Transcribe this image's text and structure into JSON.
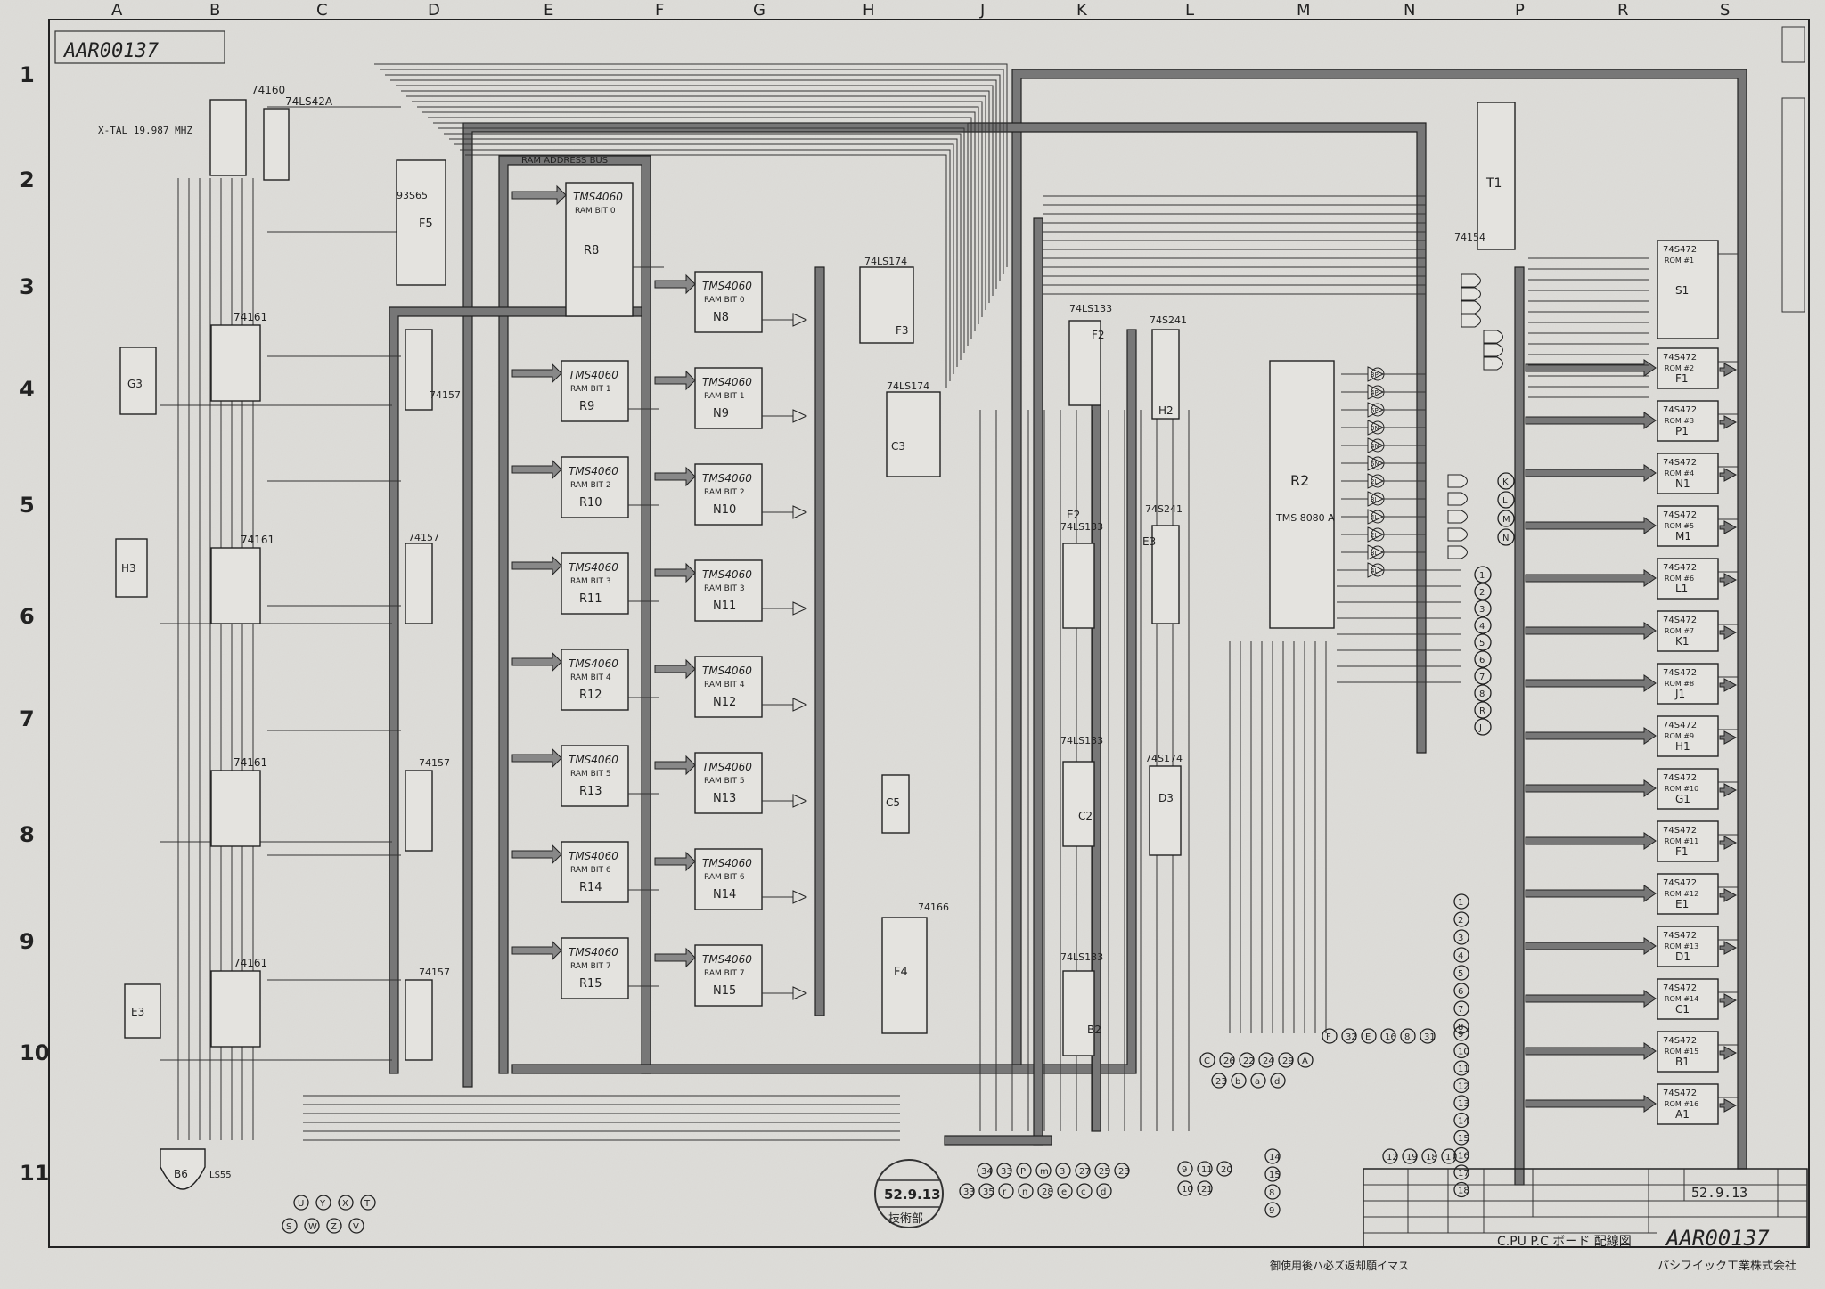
{
  "sheet": {
    "doc_number": "AAR00137",
    "doc_number_bottom": "AAR00137",
    "title_block_title": "C.PU P.C ボード 配線図",
    "company": "パシフイック工業株式会社",
    "notice": "御使用後ハ必ズ返却願イマス",
    "date": "52.9.13",
    "stamp_date": "52.9.13",
    "stamp_text": "技術部"
  },
  "columns": [
    "A",
    "B",
    "C",
    "D",
    "E",
    "F",
    "G",
    "H",
    "J",
    "K",
    "L",
    "M",
    "N",
    "P",
    "R",
    "S"
  ],
  "rows": [
    "1",
    "2",
    "3",
    "4",
    "5",
    "6",
    "7",
    "8",
    "9",
    "10",
    "11"
  ],
  "left_logic": [
    {
      "id": "p1",
      "ref": "74160",
      "label": "74160"
    },
    {
      "id": "p2",
      "ref": "74LS42A",
      "label": "74LS42A"
    },
    {
      "id": "p3",
      "ref": "93365",
      "label": "93S65"
    },
    {
      "id": "p4",
      "ref": "F5",
      "label": "F5"
    },
    {
      "id": "p5",
      "ref": "74161-a",
      "label": "74161"
    },
    {
      "id": "p6",
      "ref": "74161-b",
      "label": "74161"
    },
    {
      "id": "p7",
      "ref": "74161-c",
      "label": "74161"
    },
    {
      "id": "p8",
      "ref": "74161-d",
      "label": "74161"
    },
    {
      "id": "p9",
      "ref": "G3",
      "label": "G3"
    },
    {
      "id": "p10",
      "ref": "H3",
      "label": "H3"
    },
    {
      "id": "p11",
      "ref": "E3",
      "label": "E3"
    },
    {
      "id": "p12",
      "ref": "74157-a",
      "label": "74157"
    },
    {
      "id": "p13",
      "ref": "74157-b",
      "label": "74157"
    },
    {
      "id": "p14",
      "ref": "74157-c",
      "label": "74157"
    },
    {
      "id": "p15",
      "ref": "74157-d",
      "label": "74157"
    }
  ],
  "ram_left": [
    {
      "ref": "R8",
      "part": "TMS4060",
      "bit": "RAM BIT 0"
    },
    {
      "ref": "R9",
      "part": "TMS4060",
      "bit": "RAM BIT 1"
    },
    {
      "ref": "R10",
      "part": "TMS4060",
      "bit": "RAM BIT 2"
    },
    {
      "ref": "R11",
      "part": "TMS4060",
      "bit": "RAM BIT 3"
    },
    {
      "ref": "R12",
      "part": "TMS4060",
      "bit": "RAM BIT 4"
    },
    {
      "ref": "R13",
      "part": "TMS4060",
      "bit": "RAM BIT 5"
    },
    {
      "ref": "R14",
      "part": "TMS4060",
      "bit": "RAM BIT 6"
    },
    {
      "ref": "R15",
      "part": "TMS4060",
      "bit": "RAM BIT 7"
    }
  ],
  "ram_right": [
    {
      "ref": "N8",
      "part": "TMS4060",
      "bit": "RAM BIT 0"
    },
    {
      "ref": "N9",
      "part": "TMS4060",
      "bit": "RAM BIT 1"
    },
    {
      "ref": "N10",
      "part": "TMS4060",
      "bit": "RAM BIT 2"
    },
    {
      "ref": "N11",
      "part": "TMS4060",
      "bit": "RAM BIT 3"
    },
    {
      "ref": "N12",
      "part": "TMS4060",
      "bit": "RAM BIT 4"
    },
    {
      "ref": "N13",
      "part": "TMS4060",
      "bit": "RAM BIT 5"
    },
    {
      "ref": "N14",
      "part": "TMS4060",
      "bit": "RAM BIT 6"
    },
    {
      "ref": "N15",
      "part": "TMS4060",
      "bit": "RAM BIT 7"
    }
  ],
  "ram_address_bus": "RAM ADDRESS BUS",
  "mid_logic": [
    {
      "ref": "F3",
      "part": "74LS174"
    },
    {
      "ref": "C3",
      "part": "74LS174"
    },
    {
      "ref": "C5",
      "part": ""
    },
    {
      "ref": "F4",
      "part": "74166"
    }
  ],
  "right_logic": [
    {
      "ref": "F2",
      "part": "74LS133"
    },
    {
      "ref": "E2",
      "part": "74LS133"
    },
    {
      "ref": "C2",
      "part": "74LS133"
    },
    {
      "ref": "B2",
      "part": "74LS133"
    },
    {
      "ref": "H2",
      "part": "74S241"
    },
    {
      "ref": "E3",
      "part": "74S241"
    },
    {
      "ref": "D3",
      "part": "74S174"
    }
  ],
  "cpu": {
    "ref": "R2",
    "part": "TMS 8080 A"
  },
  "cpu_outputs": [
    "3P",
    "4P",
    "5P",
    "3N",
    "4N",
    "5N",
    "2L",
    "3L",
    "4L",
    "2L",
    "3L",
    "4L"
  ],
  "mux": {
    "ref": "T1",
    "part": "74154"
  },
  "roms": [
    {
      "ref": "S1",
      "part": "74S472",
      "name": "ROM #1"
    },
    {
      "ref": "F1",
      "part": "74S472",
      "name": "ROM #2"
    },
    {
      "ref": "P1",
      "part": "74S472",
      "name": "ROM #3"
    },
    {
      "ref": "N1",
      "part": "74S472",
      "name": "ROM #4"
    },
    {
      "ref": "M1",
      "part": "74S472",
      "name": "ROM #5"
    },
    {
      "ref": "L1",
      "part": "74S472",
      "name": "ROM #6"
    },
    {
      "ref": "K1",
      "part": "74S472",
      "name": "ROM #7"
    },
    {
      "ref": "J1",
      "part": "74S472",
      "name": "ROM #8"
    },
    {
      "ref": "H1",
      "part": "74S472",
      "name": "ROM #9"
    },
    {
      "ref": "G1",
      "part": "74S472",
      "name": "ROM #10"
    },
    {
      "ref": "F1",
      "part": "74S472",
      "name": "ROM #11"
    },
    {
      "ref": "E1",
      "part": "74S472",
      "name": "ROM #12"
    },
    {
      "ref": "D1",
      "part": "74S472",
      "name": "ROM #13"
    },
    {
      "ref": "C1",
      "part": "74S472",
      "name": "ROM #14"
    },
    {
      "ref": "B1",
      "part": "74S472",
      "name": "ROM #15"
    },
    {
      "ref": "A1",
      "part": "74S472",
      "name": "ROM #16"
    }
  ],
  "letter_terminals": [
    "K",
    "L",
    "M",
    "N"
  ],
  "number_terminals": [
    "1",
    "2",
    "3",
    "4",
    "5",
    "6",
    "7",
    "8",
    "R",
    "J"
  ],
  "bottom_left_terminals_top": [
    "U",
    "Y",
    "X",
    "T"
  ],
  "bottom_left_terminals_bottom": [
    "S",
    "W",
    "Z",
    "V"
  ],
  "bottom_chip": {
    "ref": "B6",
    "part": "LS55"
  },
  "bottom_terminals_row1": [
    "C",
    "26",
    "22",
    "24",
    "29",
    "A"
  ],
  "bottom_terminals_row1b": [
    "F",
    "32",
    "E",
    "16",
    "8",
    "31"
  ],
  "bottom_terminals_row2": [
    "23",
    "b",
    "a",
    "d"
  ],
  "bottom_terminals_row3": [
    "34",
    "33",
    "P",
    "m",
    "3",
    "27",
    "25",
    "23"
  ],
  "bottom_terminals_row4": [
    "33",
    "35",
    "r",
    "n",
    "28",
    "e",
    "c",
    "d"
  ],
  "bottom_terminals_row5": [
    "9",
    "11",
    "20",
    "10",
    "21"
  ],
  "bottom_terminals_row6": [
    "14",
    "15",
    "8",
    "9"
  ],
  "bottom_terminals_row7": [
    "12",
    "19",
    "18",
    "17"
  ],
  "power_terminals": [
    "1",
    "2",
    "3",
    "4",
    "5",
    "6",
    "7",
    "8",
    "9",
    "10",
    "11",
    "12",
    "13",
    "14",
    "15",
    "16",
    "17",
    "18"
  ],
  "crystal": "X-TAL 19.987 MHZ"
}
